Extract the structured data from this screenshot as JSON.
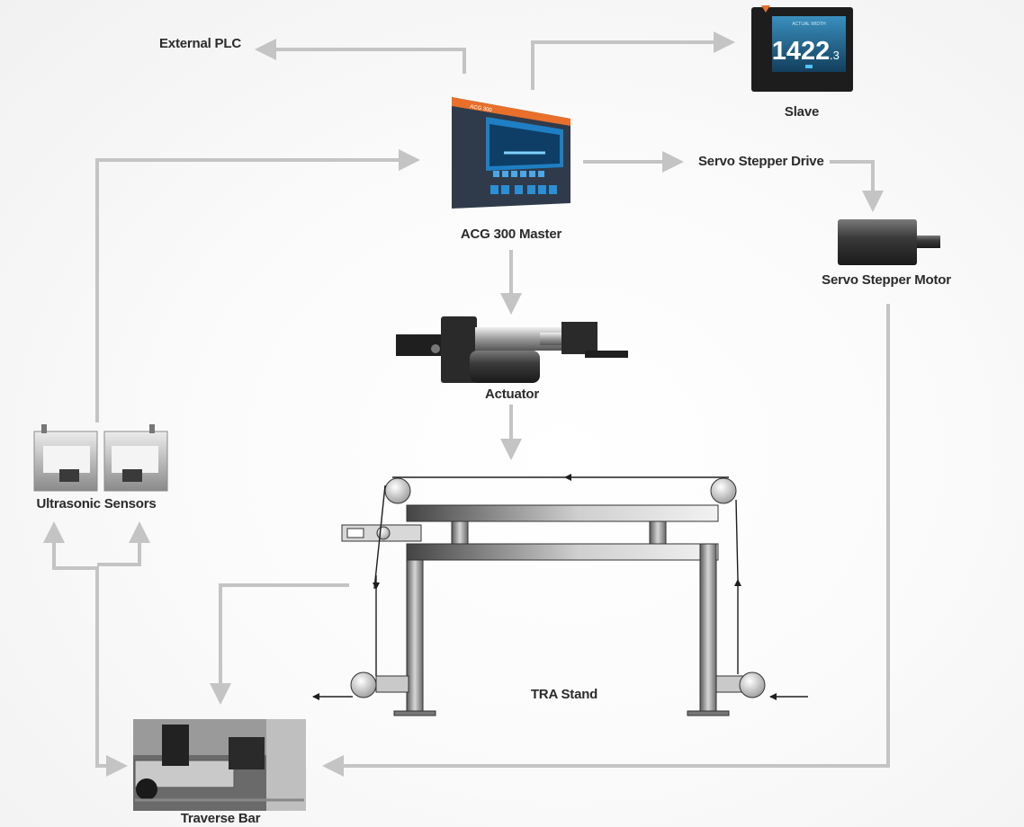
{
  "labels": {
    "external_plc": "External PLC",
    "slave": "Slave",
    "acg_master": "ACG 300 Master",
    "servo_drive": "Servo Stepper Drive",
    "servo_motor": "Servo Stepper Motor",
    "actuator": "Actuator",
    "ultrasonic": "Ultrasonic Sensors",
    "tra_stand": "TRA Stand",
    "traverse_bar": "Traverse Bar"
  },
  "slave_display": {
    "value": "1422",
    "decimal": ".3",
    "caption": "ACTUAL WIDTH"
  },
  "master_display": {
    "brand": "ACG 300"
  },
  "colors": {
    "flow_arrow": "#c4c4c4",
    "master_accent": "#e8702a",
    "screen_blue": "#1f7fc4",
    "slave_screen": "#1c5f86"
  }
}
